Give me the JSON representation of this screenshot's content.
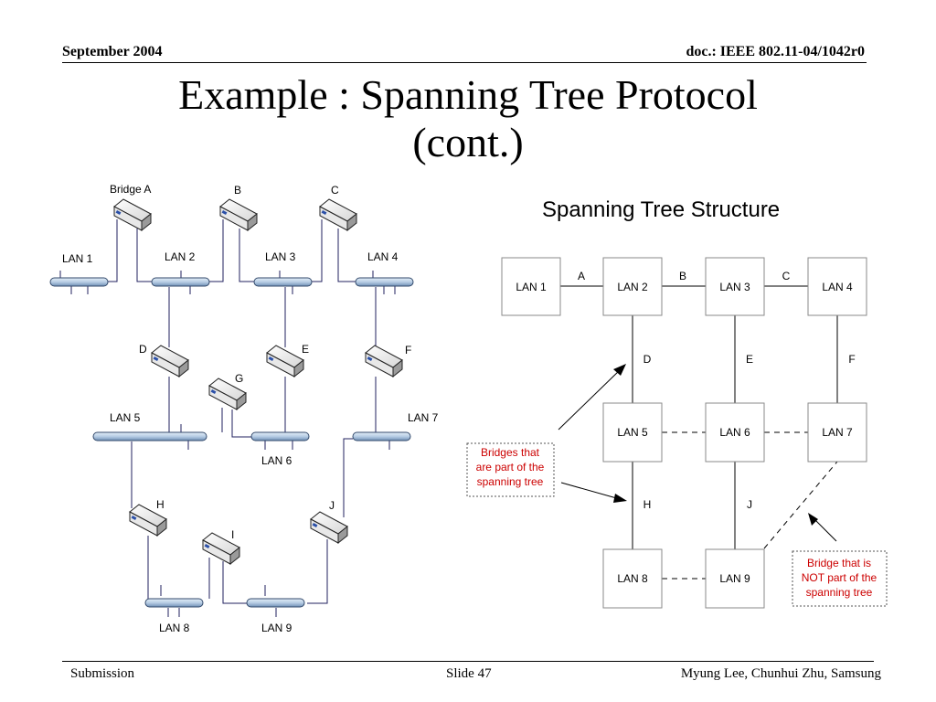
{
  "header": {
    "date": "September 2004",
    "doc": "doc.: IEEE 802.11-04/1042r0"
  },
  "title": {
    "line1": "Example : Spanning Tree Protocol",
    "line2": "(cont.)"
  },
  "network": {
    "bridges": {
      "A": "Bridge A",
      "B": "B",
      "C": "C",
      "D": "D",
      "E": "E",
      "F": "F",
      "G": "G",
      "H": "H",
      "I": "I",
      "J": "J"
    },
    "lans": {
      "l1": "LAN 1",
      "l2": "LAN 2",
      "l3": "LAN 3",
      "l4": "LAN 4",
      "l5": "LAN 5",
      "l6": "LAN 6",
      "l7": "LAN 7",
      "l8": "LAN 8",
      "l9": "LAN 9"
    }
  },
  "tree": {
    "title": "Spanning Tree Structure",
    "nodes": {
      "l1": "LAN 1",
      "l2": "LAN 2",
      "l3": "LAN 3",
      "l4": "LAN 4",
      "l5": "LAN 5",
      "l6": "LAN 6",
      "l7": "LAN 7",
      "l8": "LAN 8",
      "l9": "LAN 9"
    },
    "edges": {
      "A": "A",
      "B": "B",
      "C": "C",
      "D": "D",
      "E": "E",
      "F": "F",
      "H": "H",
      "J": "J"
    },
    "callout_part": [
      "Bridges that",
      "are part of the",
      "spanning tree"
    ],
    "callout_not": [
      "Bridge that is",
      "NOT part of the",
      "spanning tree"
    ]
  },
  "footer": {
    "left": "Submission",
    "center": "Slide 47",
    "right": "Myung Lee, Chunhui Zhu, Samsung"
  },
  "colors": {
    "callout_text": "#cc0000",
    "bus_fill": "#b7cde4",
    "wire": "#1f1f5f"
  }
}
